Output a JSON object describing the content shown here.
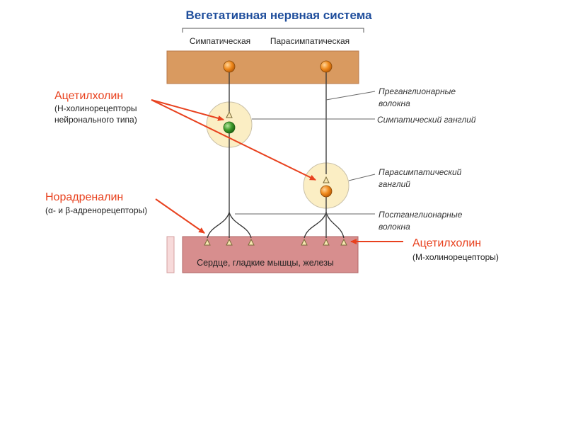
{
  "title": "Вегетативная нервная система",
  "columns": {
    "sympathetic": "Симпатическая",
    "parasympathetic": "Парасимпатическая"
  },
  "right_labels": {
    "preganglionic_1": "Преганглионарные",
    "preganglionic_2": "волокна",
    "symp_ganglion": "Симпатический  ганглий",
    "para_ganglion_1": "Парасимпатический",
    "para_ganglion_2": "ганглий",
    "postganglionic_1": "Постганглионарные",
    "postganglionic_2": "волокна"
  },
  "annotations": {
    "ach_n": {
      "title": "Ацетилхолин",
      "line1": "(Н-холинорецепторы",
      "line2": "нейронального  типа)"
    },
    "noradrenaline": {
      "title": "Норадреналин",
      "line1": "(α- и β-адренорецепторы)"
    },
    "ach_m": {
      "title": "Ацетилхолин",
      "line1": "(М-холинорецепторы)"
    }
  },
  "organ_label": "Сердце, гладкие мышцы, железы",
  "colors": {
    "title": "#1f4e9c",
    "accent_red": "#e8411e",
    "cns_band": "#d99a60",
    "organ_band": "#d78e8e",
    "ganglion_fill": "#fbeec4",
    "neuron_orange": "#f08a1c",
    "neuron_green": "#3d9a2a"
  }
}
